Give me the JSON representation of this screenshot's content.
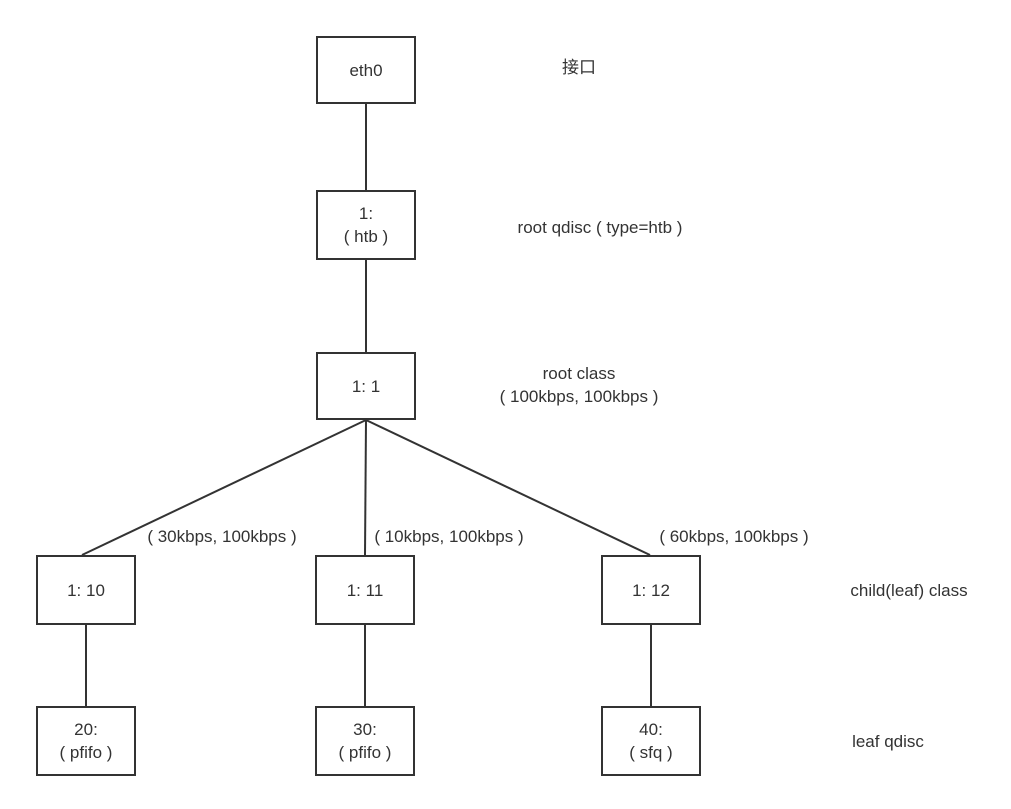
{
  "colors": {
    "background": "#ffffff",
    "line": "#333333",
    "text": "#333333"
  },
  "nodes": {
    "interface": {
      "line1": "eth0"
    },
    "root_qdisc": {
      "line1": "1:",
      "line2": "( htb )"
    },
    "root_class": {
      "line1": "1: 1"
    },
    "child_class_10": {
      "line1": "1: 10"
    },
    "child_class_11": {
      "line1": "1: 11"
    },
    "child_class_12": {
      "line1": "1: 12"
    },
    "leaf_qdisc_20": {
      "line1": "20:",
      "line2": "( pfifo )"
    },
    "leaf_qdisc_30": {
      "line1": "30:",
      "line2": "( pfifo )"
    },
    "leaf_qdisc_40": {
      "line1": "40:",
      "line2": "( sfq )"
    }
  },
  "edge_labels": {
    "to_child_10": "( 30kbps, 100kbps )",
    "to_child_11": "( 10kbps, 100kbps )",
    "to_child_12": "( 60kbps, 100kbps )"
  },
  "annotations": {
    "interface_label": "接口",
    "root_qdisc_label": "root qdisc ( type=htb )",
    "root_class_label_line1": "root class",
    "root_class_label_line2": "( 100kbps, 100kbps )",
    "child_class_label": "child(leaf) class",
    "leaf_qdisc_label": "leaf qdisc"
  }
}
